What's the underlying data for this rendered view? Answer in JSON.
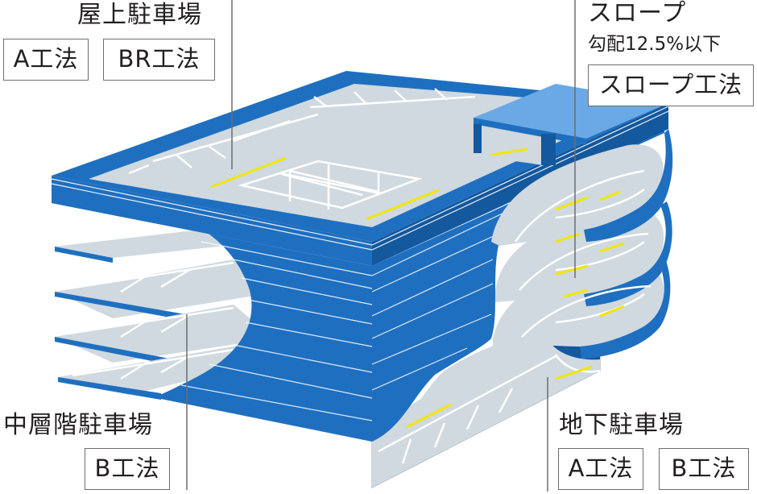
{
  "colors": {
    "floor": "#d0d9df",
    "slab_blue": "#1f6fc0",
    "slab_dark": "#14589e",
    "slab_line": "#ffffff",
    "parking_line": "#ffffff",
    "arrow_yellow": "#f2e600",
    "ramp_top": "#6aa9e6",
    "leader_line": "#6d6e71",
    "text": "#231f20"
  },
  "labels": {
    "rooftop": "屋上駐車場",
    "slope": "スロープ",
    "slope_grade": "勾配12.5%以下",
    "middle": "中層階駐車場",
    "underground": "地下駐車場"
  },
  "boxes": {
    "rooftop_a": "A工法",
    "rooftop_br": "BR工法",
    "slope_method": "スロープ工法",
    "middle_b": "B工法",
    "underground_a": "A工法",
    "underground_b": "B工法"
  }
}
